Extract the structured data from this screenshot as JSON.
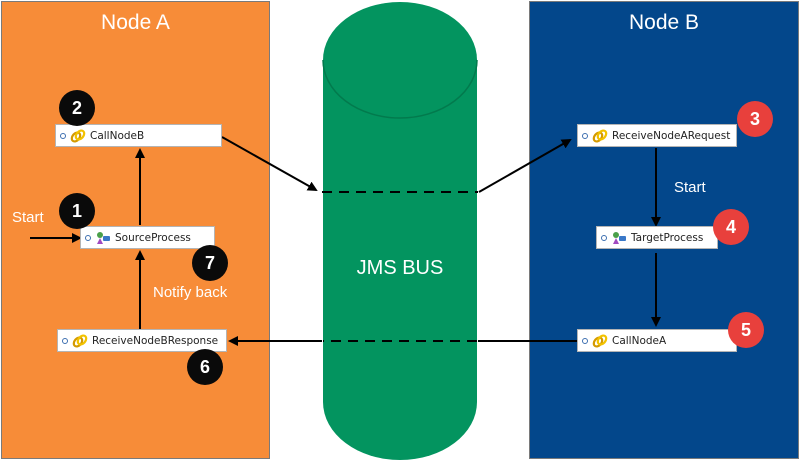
{
  "node_a": {
    "title": "Node A"
  },
  "node_b": {
    "title": "Node B"
  },
  "bus": {
    "label": "JMS BUS"
  },
  "nodes": {
    "call_node_b": "CallNodeB",
    "source_process": "SourceProcess",
    "receive_node_b_response": "ReceiveNodeBResponse",
    "receive_node_a_request": "ReceiveNodeARequest",
    "target_process": "TargetProcess",
    "call_node_a": "CallNodeA"
  },
  "labels": {
    "start_a": "Start",
    "start_b": "Start",
    "notify_back": "Notify back"
  },
  "steps": [
    "1",
    "2",
    "3",
    "4",
    "5",
    "6",
    "7"
  ],
  "colors": {
    "node_a": "#f78c38",
    "node_b": "#03478b",
    "bus": "#03945f",
    "step_badge_dark": "#0a0a0a",
    "step_badge_red": "#e8403c"
  },
  "icons": {
    "activity": "chain-link-icon",
    "process": "process-icon"
  }
}
